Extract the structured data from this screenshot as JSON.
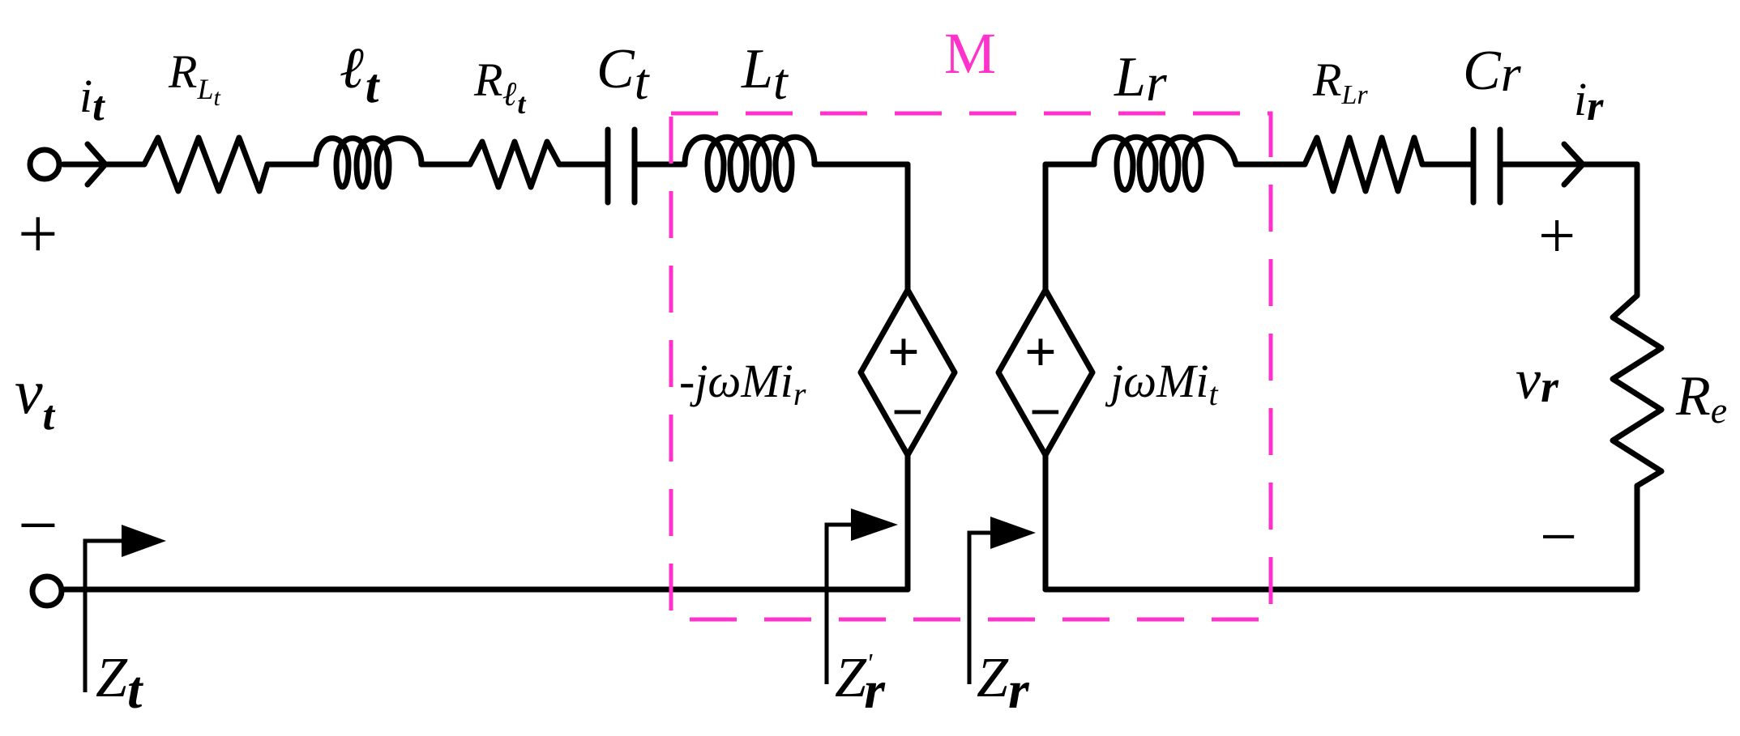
{
  "labels": {
    "it_main": "i",
    "it_sub": "t",
    "RLt_main": "R",
    "RLt_sub": "L",
    "RLt_subsub": "t",
    "lt_main": "ℓ",
    "lt_sub": "t",
    "Rlt_main": "R",
    "Rlt_sub": "ℓ",
    "Rlt_subsub": "t",
    "Ct_main": "C",
    "Ct_sub": "t",
    "Lt_main": "L",
    "Lt_sub": "t",
    "M": "M",
    "Lr_main": "L",
    "Lr_sub": "r",
    "RLr_main": "R",
    "RLr_sub": "Lr",
    "Cr_main": "C",
    "Cr_sub": "r",
    "ir_main": "i",
    "ir_sub": "r",
    "vt_main": "v",
    "vt_sub": "t",
    "src_plus": "+",
    "src_minus": "−",
    "dep_left_main": "-jωMi",
    "dep_left_sub": "r",
    "dep_right_main": "jωMi",
    "dep_right_sub": "t",
    "dep_plus": "+",
    "dep_minus": "−",
    "vr_main": "v",
    "vr_sub": "r",
    "Re_main": "R",
    "Re_sub": "e",
    "load_plus": "+",
    "load_minus": "−",
    "Zt_main": "Z",
    "Zt_sub": "t",
    "Zrp_main": "Z",
    "Zrp_prime": "'",
    "Zrp_sub": "r",
    "Zr_main": "Z",
    "Zr_sub": "r"
  },
  "colors": {
    "wire": "#000000",
    "mutual_box": "#ff33cc"
  }
}
